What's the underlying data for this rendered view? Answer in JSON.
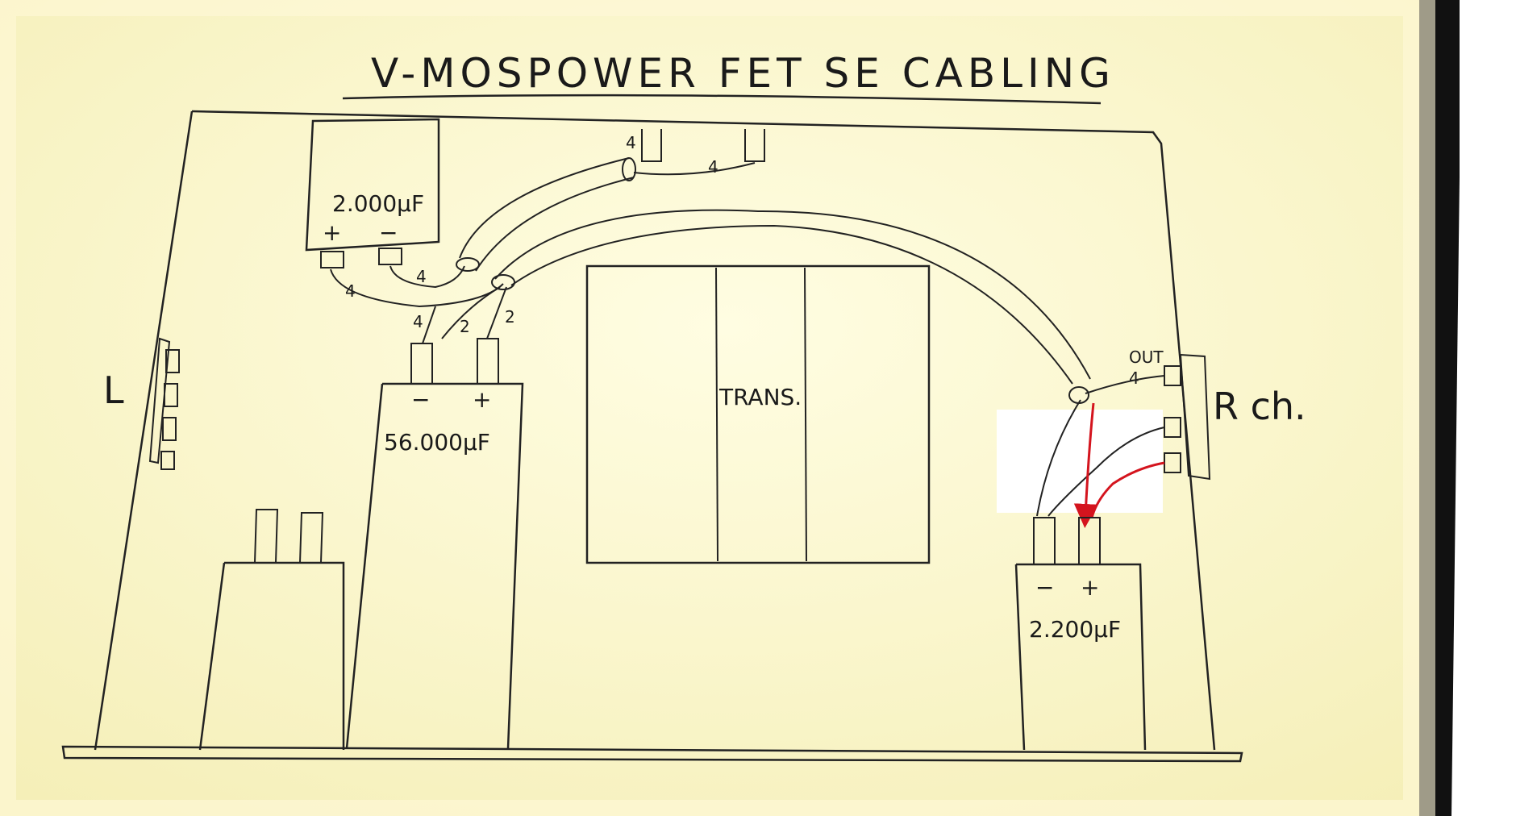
{
  "diagram": {
    "title": "V-MOSPOWER FET SE CABLING",
    "left_label": "L",
    "right_label": "R ch.",
    "transformer_label": "TRANS.",
    "cap_small": {
      "value": "2.000μF",
      "plus": "+",
      "minus": "−"
    },
    "cap_main": {
      "value": "56.000μF",
      "plus": "+",
      "minus": "−"
    },
    "cap_right": {
      "value": "2.200μF",
      "plus": "+",
      "minus": "−"
    },
    "out_label": "OUT",
    "wire_labels": {
      "top_left": "4",
      "top_right": "4",
      "cap_small_plus": "4",
      "cap_small_minus": "4",
      "main_minus": "4",
      "main_mid": "2",
      "main_plus": "2",
      "out_4": "4"
    },
    "colors": {
      "paper": "#fbf8d2",
      "ink": "#1a1a1a",
      "red_wire": "#d4141e",
      "patch": "#ffffff"
    }
  }
}
